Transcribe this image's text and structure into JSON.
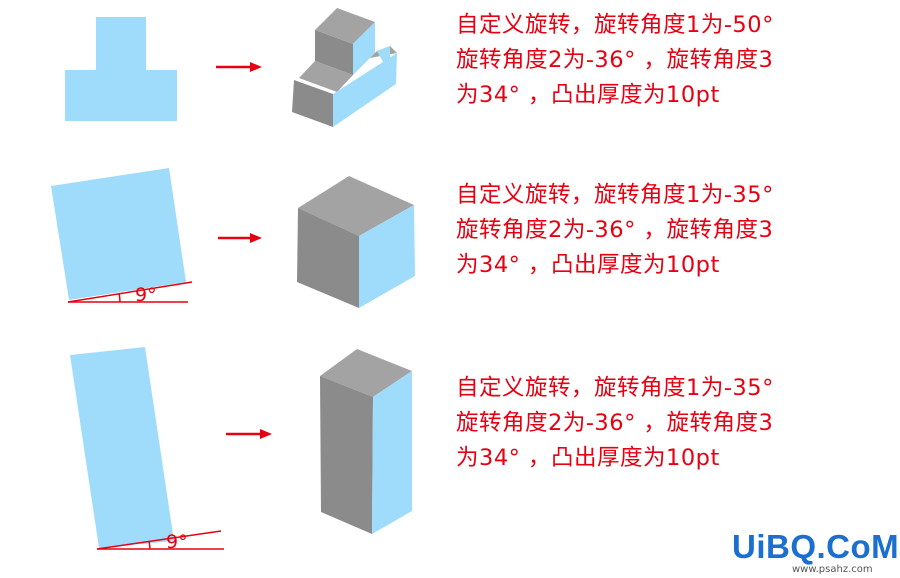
{
  "colors": {
    "face_light": "#9fdcfb",
    "face_gray_top": "#a3a3a3",
    "face_gray_side": "#8b8b8b",
    "arrow": "#e60012",
    "text": "#e60012"
  },
  "rows": [
    {
      "lines": [
        "自定义旋转，旋转角度1为-50°",
        "旋转角度2为-36° ，旋转角度3",
        "为34° ，凸出厚度为10pt"
      ]
    },
    {
      "angle_label": "9°",
      "lines": [
        "自定义旋转，旋转角度1为-35°",
        "旋转角度2为-36° ，旋转角度3",
        "为34° ，凸出厚度为10pt"
      ]
    },
    {
      "angle_label": "9°",
      "lines": [
        "自定义旋转，旋转角度1为-35°",
        "旋转角度2为-36° ，旋转角度3",
        "为34° ，凸出厚度为10pt"
      ]
    }
  ],
  "watermark": {
    "text": "UiBQ.CoM",
    "url": "www.psahz.com"
  }
}
